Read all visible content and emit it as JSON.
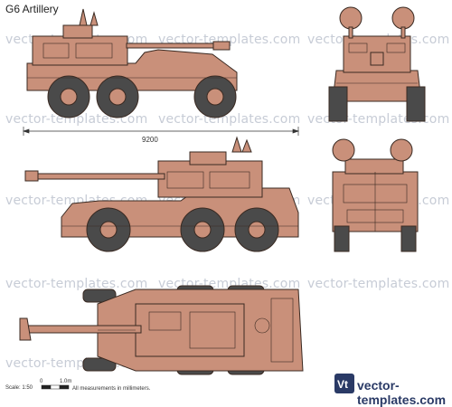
{
  "title": "G6 Artillery",
  "watermark": "vector-templates.com",
  "dimension": "9200",
  "scale": {
    "ratio": "Scale: 1:50",
    "zero": "0",
    "one": "1.0m",
    "note": "All measurements in millimeters."
  },
  "logo": {
    "text": "vector-templates.com",
    "mark": "Vt"
  },
  "colors": {
    "body": "#c9907a",
    "outline": "#3a2a22",
    "tire": "#4a4a4a",
    "logo": "#2a3a66"
  }
}
